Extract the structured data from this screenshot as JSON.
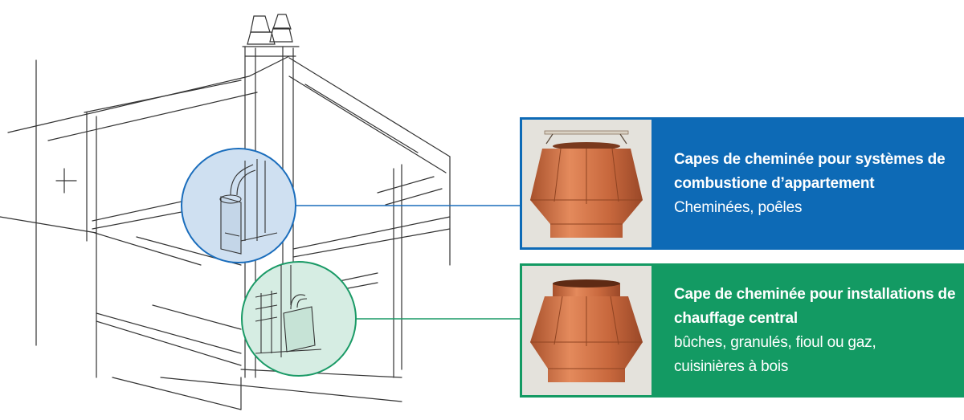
{
  "cards": [
    {
      "title": "Capes de cheminée pour systèmes de combustione d’appartement",
      "subtitle_lines": [
        "Cheminées, poêles"
      ],
      "accent": "#0d6ab6",
      "image": "copper-chimney-cap-with-lid"
    },
    {
      "title": "Cape de cheminée pour installations de chauffage central",
      "subtitle_lines": [
        "bûches, granulés, fioul ou gaz,",
        "cuisinières à bois"
      ],
      "accent": "#139a63",
      "image": "copper-chimney-cap-open-top"
    }
  ],
  "colors": {
    "sketch_line": "#333333",
    "blue_circle_fill": "#cfe0f1",
    "blue_circle_stroke": "#1a6dbc",
    "green_circle_fill": "#d6ede3",
    "green_circle_stroke": "#1a9a66",
    "copper": "#c86a3e"
  }
}
